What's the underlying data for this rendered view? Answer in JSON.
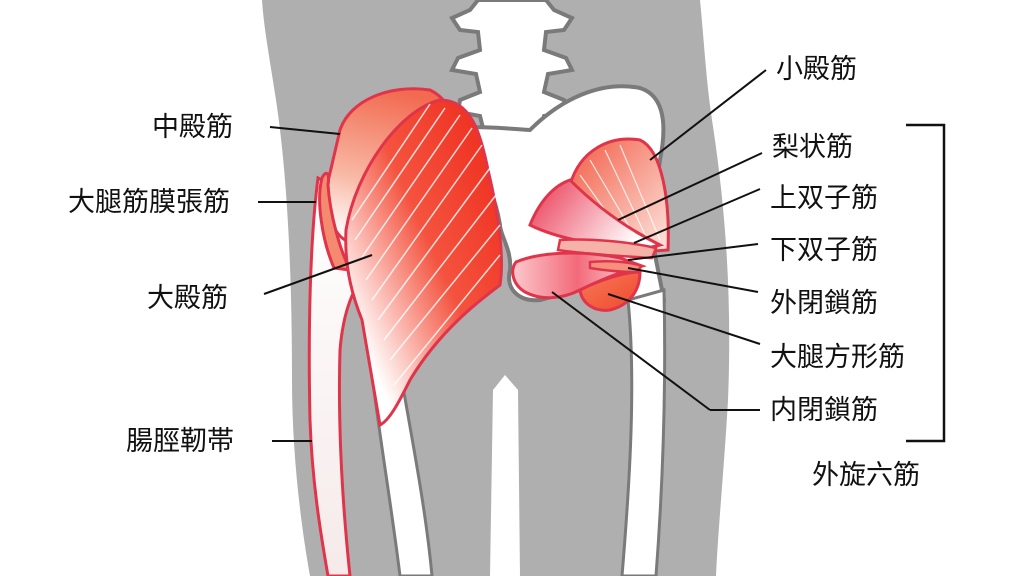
{
  "colors": {
    "background": "#ffffff",
    "body_silhouette": "#afafaf",
    "bone": "#ffffff",
    "bone_outline": "#7a7a7a",
    "muscle_outline": "#e0344a",
    "muscle_deep": "#f03a2a",
    "muscle_light": "#ffffff",
    "leader_line": "#111111"
  },
  "labels_left": [
    {
      "id": "gluteus-medius",
      "text": "中殿筋"
    },
    {
      "id": "tensor-fasciae-latae",
      "text": "大腿筋膜張筋"
    },
    {
      "id": "gluteus-maximus",
      "text": "大殿筋"
    },
    {
      "id": "iliotibial-tract",
      "text": "腸脛靭帯"
    }
  ],
  "labels_right": [
    {
      "id": "gluteus-minimus",
      "text": "小殿筋"
    },
    {
      "id": "piriformis",
      "text": "梨状筋"
    },
    {
      "id": "gemellus-superior",
      "text": "上双子筋"
    },
    {
      "id": "gemellus-inferior",
      "text": "下双子筋"
    },
    {
      "id": "obturator-externus",
      "text": "外閉鎖筋"
    },
    {
      "id": "quadratus-femoris",
      "text": "大腿方形筋"
    },
    {
      "id": "obturator-internus",
      "text": "内閉鎖筋"
    }
  ],
  "group_label": {
    "id": "deep-six-lateral-rotators",
    "text": "外旋六筋"
  }
}
